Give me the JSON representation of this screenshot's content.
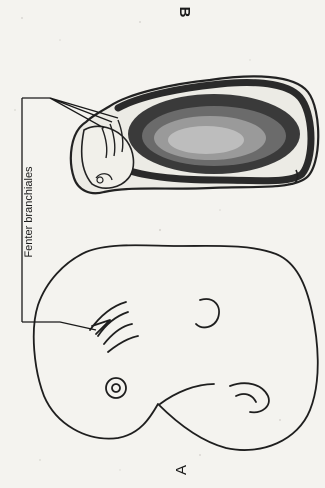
{
  "figure": {
    "label_a": "A",
    "label_b": "B",
    "annotation": "Fenter branchiales"
  }
}
